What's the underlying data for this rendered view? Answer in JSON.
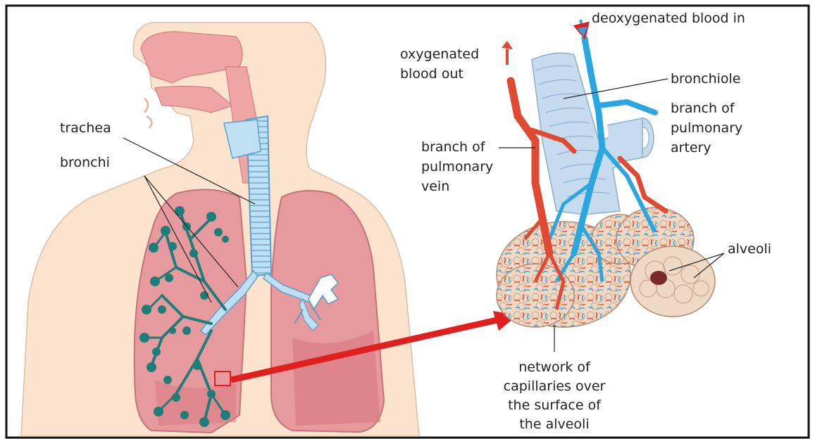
{
  "labels": {
    "trachea": "trachea",
    "bronchi": "bronchi",
    "oxygenated": [
      "oxygenated",
      "blood out"
    ],
    "deoxygenated": "deoxygenated blood in",
    "bronchiole": "bronchiole",
    "artery": [
      "branch of",
      "pulmonary",
      "artery"
    ],
    "vein": [
      "branch of",
      "pulmonary",
      "vein"
    ],
    "alveoli": "alveoli",
    "network": [
      "network of",
      "capillaries over",
      "the surface of",
      "the alveoli"
    ]
  },
  "colors": {
    "skin": "#fbe3cd",
    "nasal": "#f0a5a5",
    "lung": "#e79a9d",
    "lung_dark": "#d97c82",
    "airway": "#bfe0f3",
    "airway_outline": "#5c9ec9",
    "bronchioles": "#1e7d78",
    "artery_blue": "#2aa6e0",
    "vein_red": "#e04a33",
    "arrow_red": "#e01f1f",
    "alveoli_tan": "#f0d9c4",
    "border": "#111111"
  }
}
